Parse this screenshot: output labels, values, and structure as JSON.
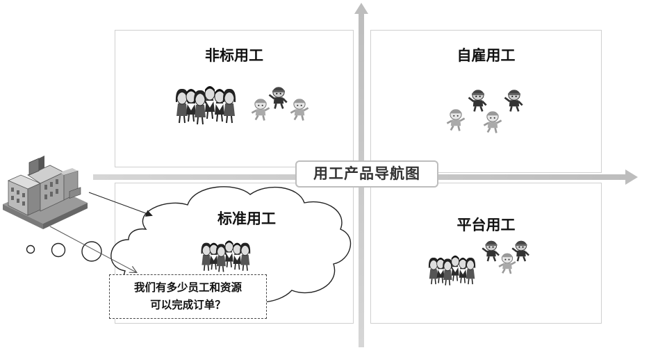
{
  "center_label": "用工产品导航图",
  "quadrants": {
    "top_left": "非标用工",
    "top_right": "自雇用工",
    "bottom_left": "标准用工",
    "bottom_right": "平台用工"
  },
  "question": {
    "line1": "我们有多少员工和资源",
    "line2": "可以完成订单？"
  },
  "icons": {
    "company": "factory-building-icon",
    "team": "employee-group-icon",
    "worker": "cartoon-worker-icon",
    "thought": "thought-bubble-icon"
  }
}
